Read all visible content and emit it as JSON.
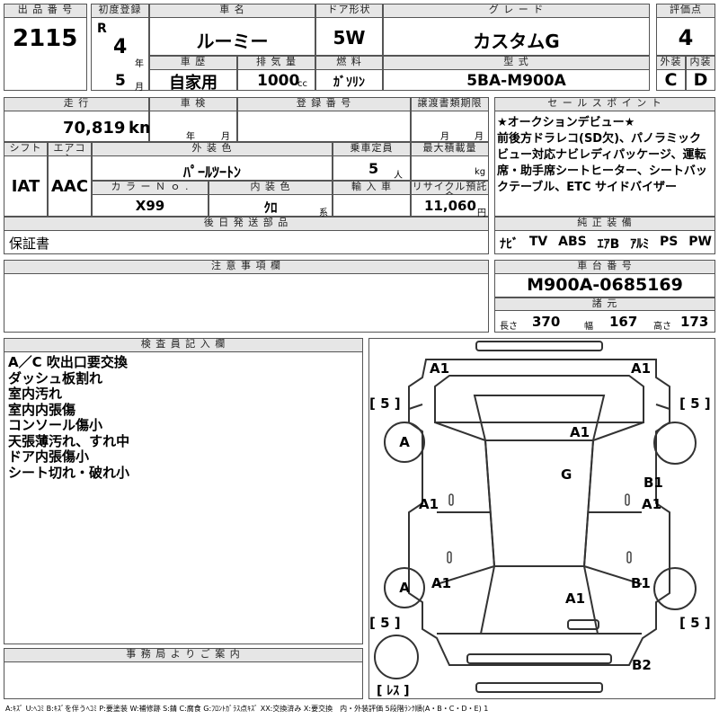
{
  "labels": {
    "lot": "出 品 番 号",
    "first_reg": "初度登録",
    "car_name": "車 名",
    "door": "ドア形状",
    "grade": "グ レ ー ド",
    "score": "評価点",
    "exterior": "外装",
    "interior": "内装",
    "history": "車 歴",
    "displacement": "排 気 量",
    "fuel": "燃 料",
    "model": "型 式",
    "mileage": "走 行",
    "inspection": "車 検",
    "reg_no": "登 録 番 号",
    "transfer": "譲渡書類期限",
    "sales_point": "セ ー ル ス ポ イ ン ト",
    "shift": "シフト",
    "aircon": "エアコン",
    "ext_color": "外 装 色",
    "capacity": "乗車定員",
    "max_load": "最大積載量",
    "color_no": "カ ラ ー Ｎ ｏ .",
    "int_color": "内 装 色",
    "import": "輸 入 車",
    "recycle": "リサイクル預託金",
    "later": "後 日 発 送 部 品",
    "genuine": "純 正 装 備",
    "notes": "注 意 事 項 欄",
    "chassis": "車 台 番 号",
    "specs": "諸 元",
    "inspector": "検 査 員 記 入 欄",
    "office": "事 務 局 よ り ご 案 内"
  },
  "units": {
    "year": "年",
    "month": "月",
    "cc": "cc",
    "km": "km",
    "person": "人",
    "kg": "kg",
    "series": "系",
    "yen": "円",
    "length": "長さ",
    "width": "幅",
    "height": "高さ"
  },
  "lot_number": "2115",
  "first_reg": {
    "era": "R",
    "year": "4",
    "month": "5"
  },
  "car_name": "ルーミー",
  "door": "5W",
  "grade": "カスタムG",
  "score": "4",
  "exterior_grade": "C",
  "interior_grade": "D",
  "history": "自家用",
  "displacement": "1000",
  "fuel": "ｶﾞｿﾘﾝ",
  "model": "5BA-M900A",
  "mileage": "70,819",
  "shift": "IAT",
  "aircon": "AAC",
  "ext_color": "ﾊﾟｰﾙﾂｰﾄﾝ",
  "capacity": "5",
  "color_no": "X99",
  "int_color": "ｸﾛ",
  "recycle": "11,060",
  "later_parts": "保証書",
  "sales_point": "★オークションデビュー★\n前後方ドラレコ(SD欠)、パノラミックビュー対応ナビレディパッケージ、運転席・助手席シートヒーター、シートバックテーブル、ETC サイドバイザー",
  "equipment": [
    "ﾅﾋﾞ",
    "TV",
    "ABS",
    "ｴｱB",
    "ｱﾙﾐ",
    "PS",
    "PW"
  ],
  "chassis_no": "M900A-0685169",
  "dims": {
    "length": "370",
    "width": "167",
    "height": "173"
  },
  "inspector_notes": [
    "A／C 吹出口要交換",
    "ダッシュ板割れ",
    "室内汚れ",
    "室内内張傷",
    "コンソール傷小",
    "天張薄汚れ、すれ中",
    "ドア内張傷小",
    "シート切れ・破れ小"
  ],
  "diagram": {
    "tire_fl": "5",
    "tire_fr": "5",
    "tire_rl": "5",
    "tire_rr": "5",
    "spare": "ﾚｽ",
    "marks": {
      "front_l": "A1",
      "front_r": "A1",
      "hood": "A1",
      "roof": "G",
      "door_fl": "A1",
      "door_fr_top": "B1",
      "door_fr": "A1",
      "wheel_fl": "A",
      "wheel_rl": "A",
      "door_rl": "A1",
      "door_rr": "B1",
      "rear_glass": "A1",
      "rear": "B2"
    }
  },
  "legend": "A:ｷｽﾞ U:ﾍｺﾐ B:ｷｽﾞを伴うﾍｺﾐ P:要塗装 W:補修跡 S:錆 C:腐食 G:ﾌﾛﾝﾄｶﾞﾗｽ点ｷｽﾞ XX:交換済み X:要交換　内・外装評価 5段階ﾗﾝｸ順(A・B・C・D・E) 1"
}
